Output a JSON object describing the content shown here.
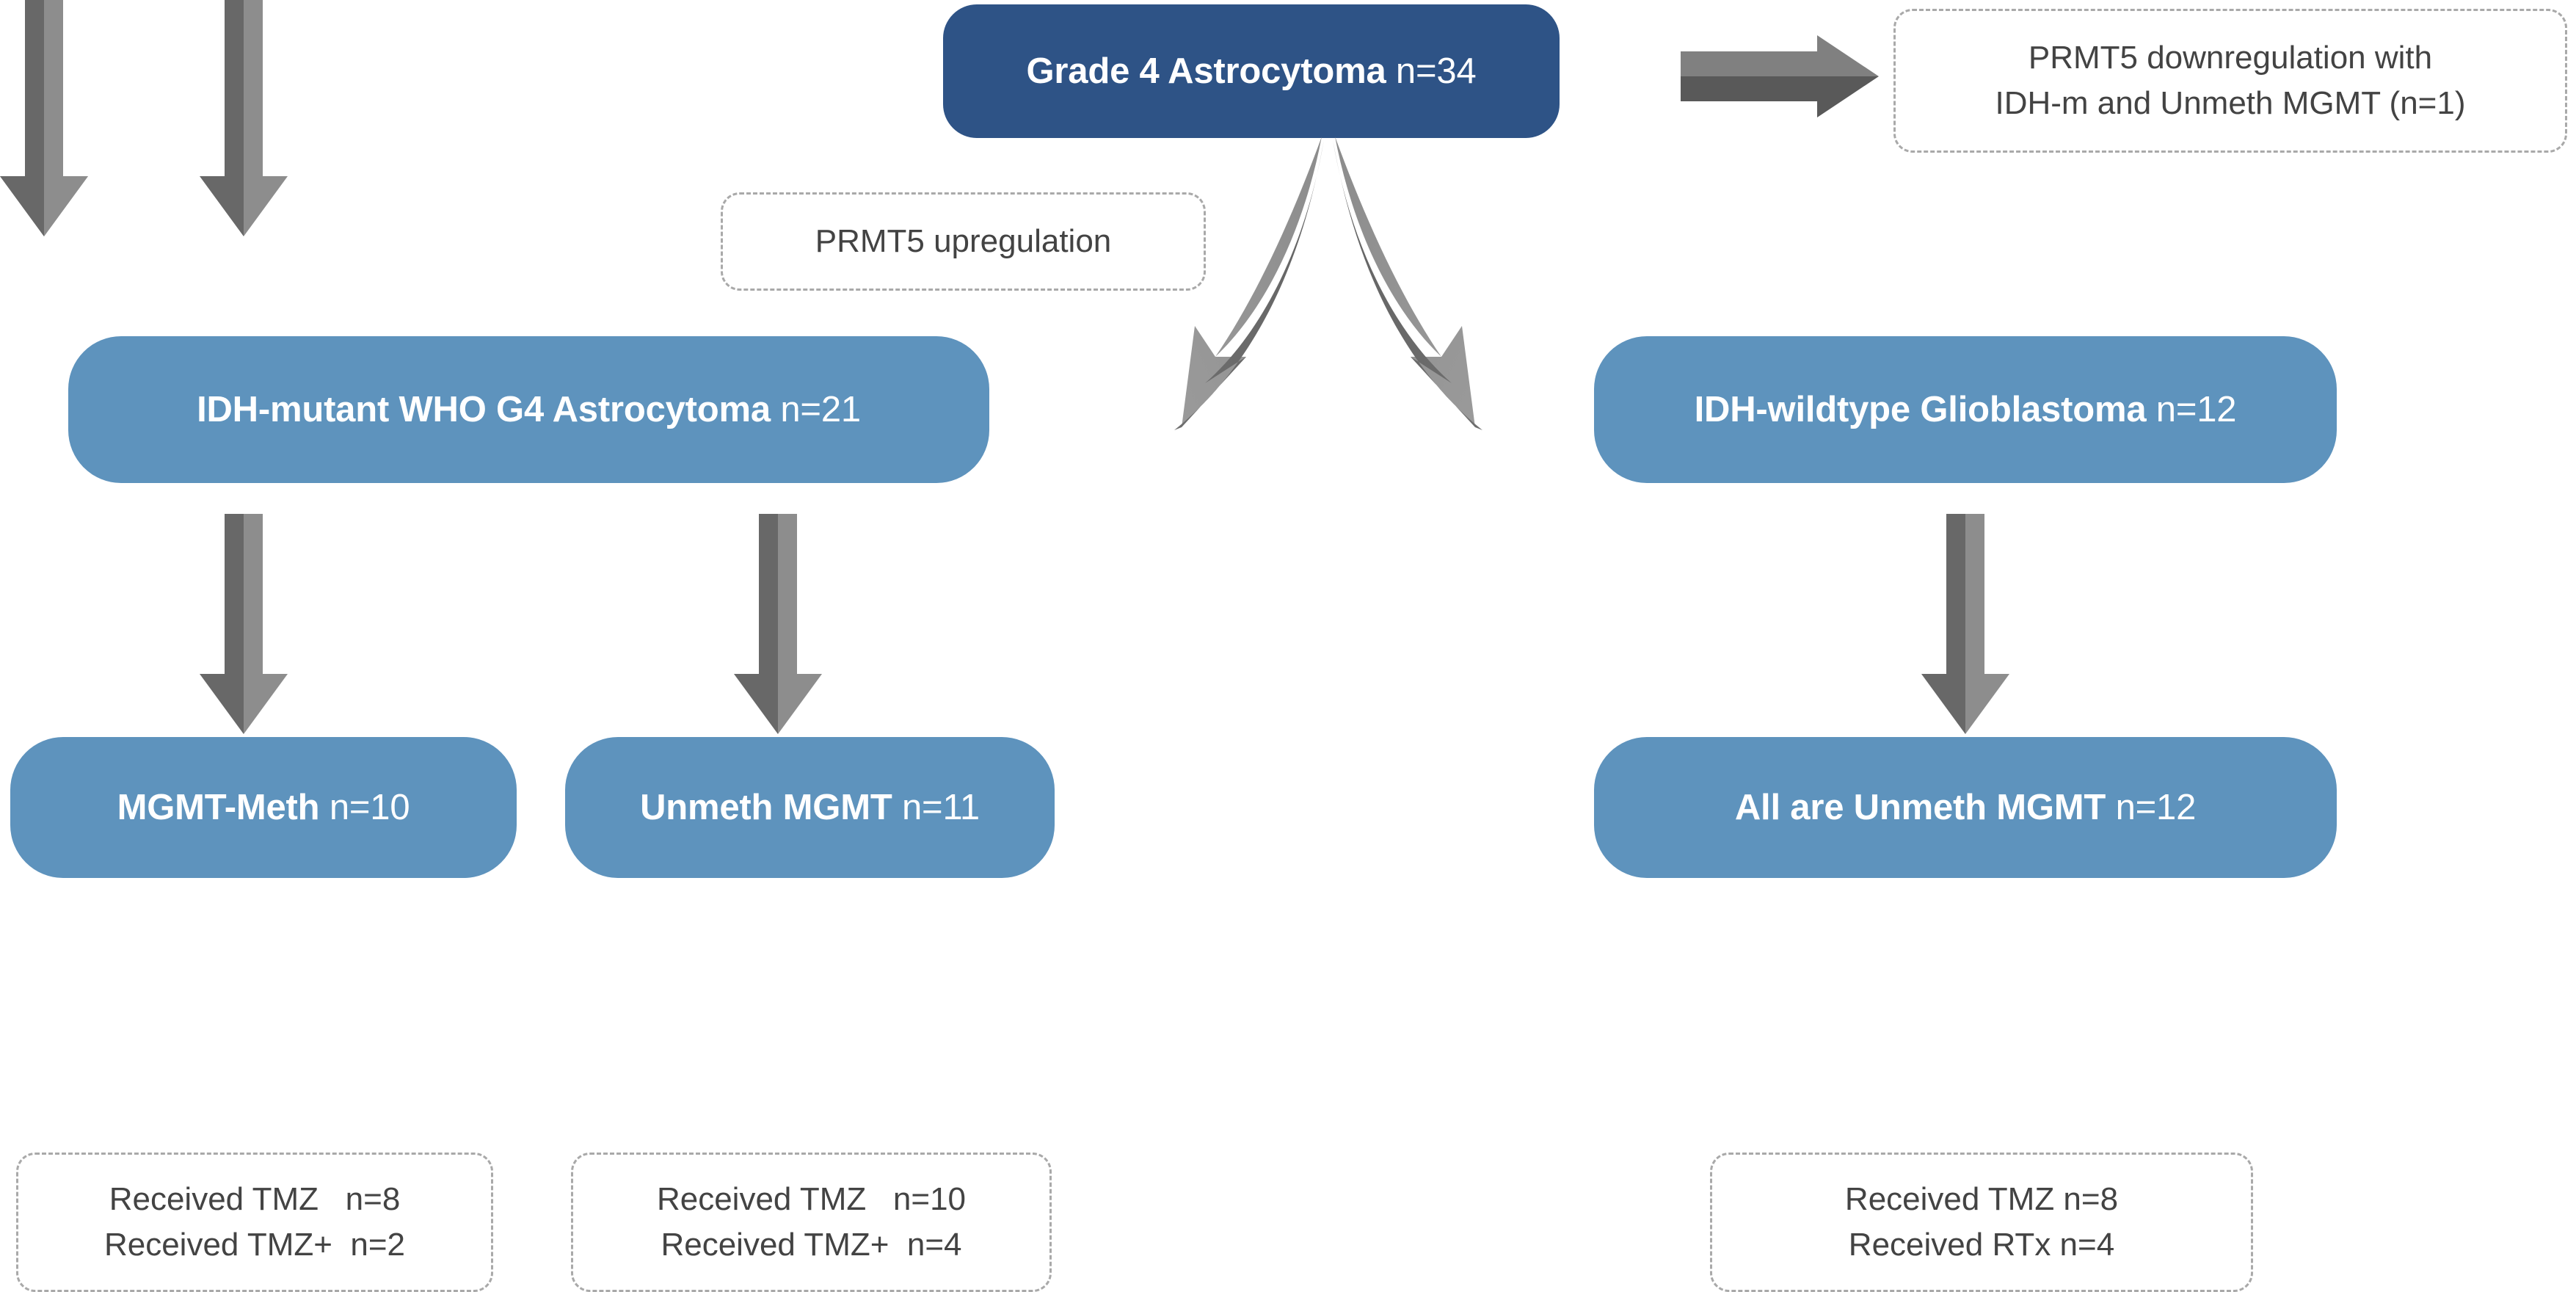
{
  "colors": {
    "root_box": "#2e5386",
    "child_box": "#5e93bd",
    "note_border": "#a9a9a9",
    "note_text": "#434343",
    "arrow_light": "#808080",
    "arrow_dark": "#595959",
    "box_text": "#ffffff",
    "background": "#ffffff"
  },
  "nodes": {
    "root": {
      "label": "Grade 4 Astrocytoma",
      "count": "n=34"
    },
    "idh_mutant": {
      "label": "IDH-mutant WHO G4 Astrocytoma",
      "count": "n=21"
    },
    "idh_wildtype": {
      "label": "IDH-wildtype Glioblastoma",
      "count": "n=12"
    },
    "mgmt_meth": {
      "label": "MGMT-Meth",
      "count": "n=10"
    },
    "unmeth_mgmt": {
      "label": "Unmeth MGMT",
      "count": "n=11"
    },
    "all_unmeth_mgmt": {
      "label": "All are Unmeth MGMT",
      "count": "n=12"
    }
  },
  "notes": {
    "downregulation": {
      "line1": "PRMT5 downregulation with",
      "line2": "IDH-m and Unmeth MGMT (n=1)"
    },
    "upregulation": {
      "line1": "PRMT5 upregulation"
    },
    "treatment_mgmt_meth": {
      "line1": "Received TMZ   n=8",
      "line2": "Received TMZ+  n=2"
    },
    "treatment_unmeth_mgmt": {
      "line1": "Received TMZ   n=10",
      "line2": "Received TMZ+  n=4"
    },
    "treatment_glioblastoma": {
      "line1": "Received TMZ n=8",
      "line2": "Received RTx n=4"
    }
  },
  "arrows": {
    "to_downregulation": "arrow-right",
    "split_to_children": "curved-split-arrow",
    "idh_mutant_to_mgmt_meth": "arrow-down",
    "idh_mutant_to_unmeth": "arrow-down",
    "idh_wildtype_to_all_unmeth": "arrow-down",
    "mgmt_meth_to_treatment": "arrow-down",
    "unmeth_to_treatment": "arrow-down",
    "all_unmeth_to_treatment": "arrow-down"
  }
}
